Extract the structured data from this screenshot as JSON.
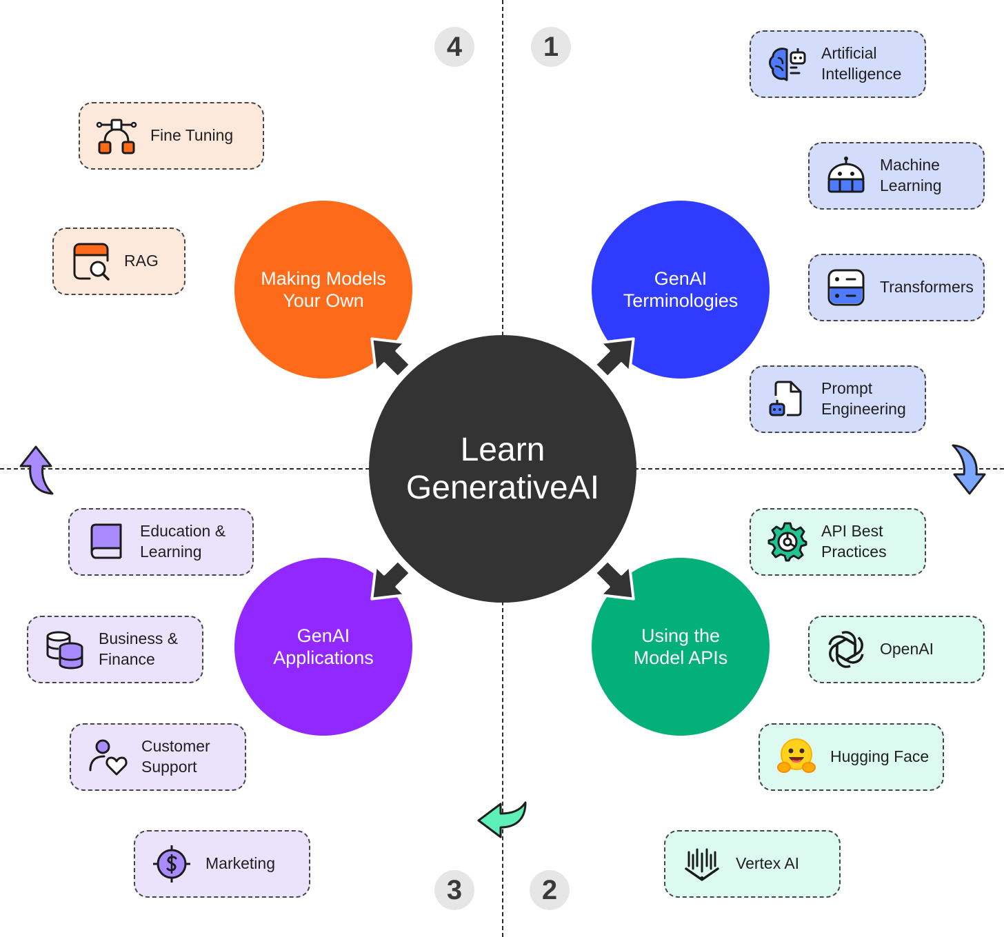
{
  "center": {
    "title": "Learn\nGenerativeAI"
  },
  "quadrant_numbers": [
    "1",
    "2",
    "3",
    "4"
  ],
  "hubs": {
    "terminologies": {
      "label": "GenAI\nTerminologies",
      "color": "#2f3bff"
    },
    "model_apis": {
      "label": "Using the\nModel APIs",
      "color": "#03b077"
    },
    "applications": {
      "label": "GenAI\nApplications",
      "color": "#9128ff"
    },
    "own_models": {
      "label": "Making Models\nYour Own",
      "color": "#fd6a1a"
    }
  },
  "cards": {
    "artificial_intelligence": "Artificial\nIntelligence",
    "machine_learning": "Machine\nLearning",
    "transformers": "Transformers",
    "prompt_engineering": "Prompt\nEngineering",
    "api_best_practices": "API Best\nPractices",
    "openai": "OpenAI",
    "hugging_face": "Hugging Face",
    "vertex_ai": "Vertex AI",
    "education_learning": "Education &\nLearning",
    "business_finance": "Business &\nFinance",
    "customer_support": "Customer\nSupport",
    "marketing": "Marketing",
    "fine_tuning": "Fine Tuning",
    "rag": "RAG"
  },
  "colors": {
    "blue_card": "#d3ddfb",
    "green_card": "#dcfaef",
    "purple_card": "#ebe2fc",
    "orange_card": "#fde8dc",
    "center": "#333333"
  },
  "icons": {
    "artificial_intelligence": "brain-robot-icon",
    "machine_learning": "robot-head-icon",
    "transformers": "server-chip-icon",
    "prompt_engineering": "document-robot-icon",
    "api_best_practices": "gear-icon",
    "openai": "openai-logo-icon",
    "hugging_face": "hugging-face-emoji-icon",
    "vertex_ai": "vertex-ai-logo-icon",
    "education_learning": "book-icon",
    "business_finance": "database-stack-icon",
    "customer_support": "person-heart-icon",
    "marketing": "dollar-target-icon",
    "fine_tuning": "node-graph-icon",
    "rag": "window-search-icon"
  }
}
